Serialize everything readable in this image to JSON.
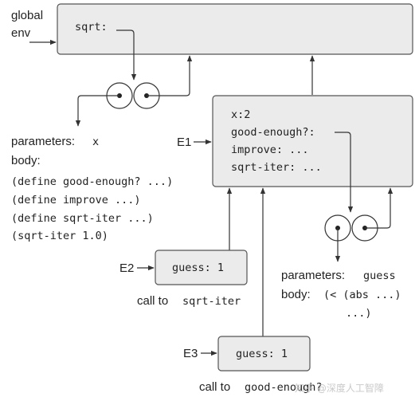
{
  "global_env": {
    "label_line1": "global",
    "label_line2": "env",
    "binding": "sqrt:"
  },
  "sqrt_procedure": {
    "parameters_label": "parameters:",
    "parameters_value": "x",
    "body_label": "body:",
    "body_lines": [
      "(define good-enough? ...)",
      "(define improve ...)",
      "(define sqrt-iter ...)",
      "(sqrt-iter 1.0)"
    ]
  },
  "e1": {
    "label": "E1",
    "bindings": [
      "x:2",
      "good-enough?:",
      "improve: ...",
      "sqrt-iter: ..."
    ]
  },
  "good_enough_procedure": {
    "parameters_label": "parameters:",
    "parameters_value": "guess",
    "body_label": "body:",
    "body_line1": "(< (abs ...)",
    "body_line2": "...)"
  },
  "e2": {
    "label": "E2",
    "binding": "guess: 1",
    "caption_text": "call to",
    "caption_code": "sqrt-iter"
  },
  "e3": {
    "label": "E3",
    "binding": "guess: 1",
    "caption_text": "call to",
    "caption_code": "good-enough?"
  },
  "watermark": "知乎 @深度人工智障"
}
